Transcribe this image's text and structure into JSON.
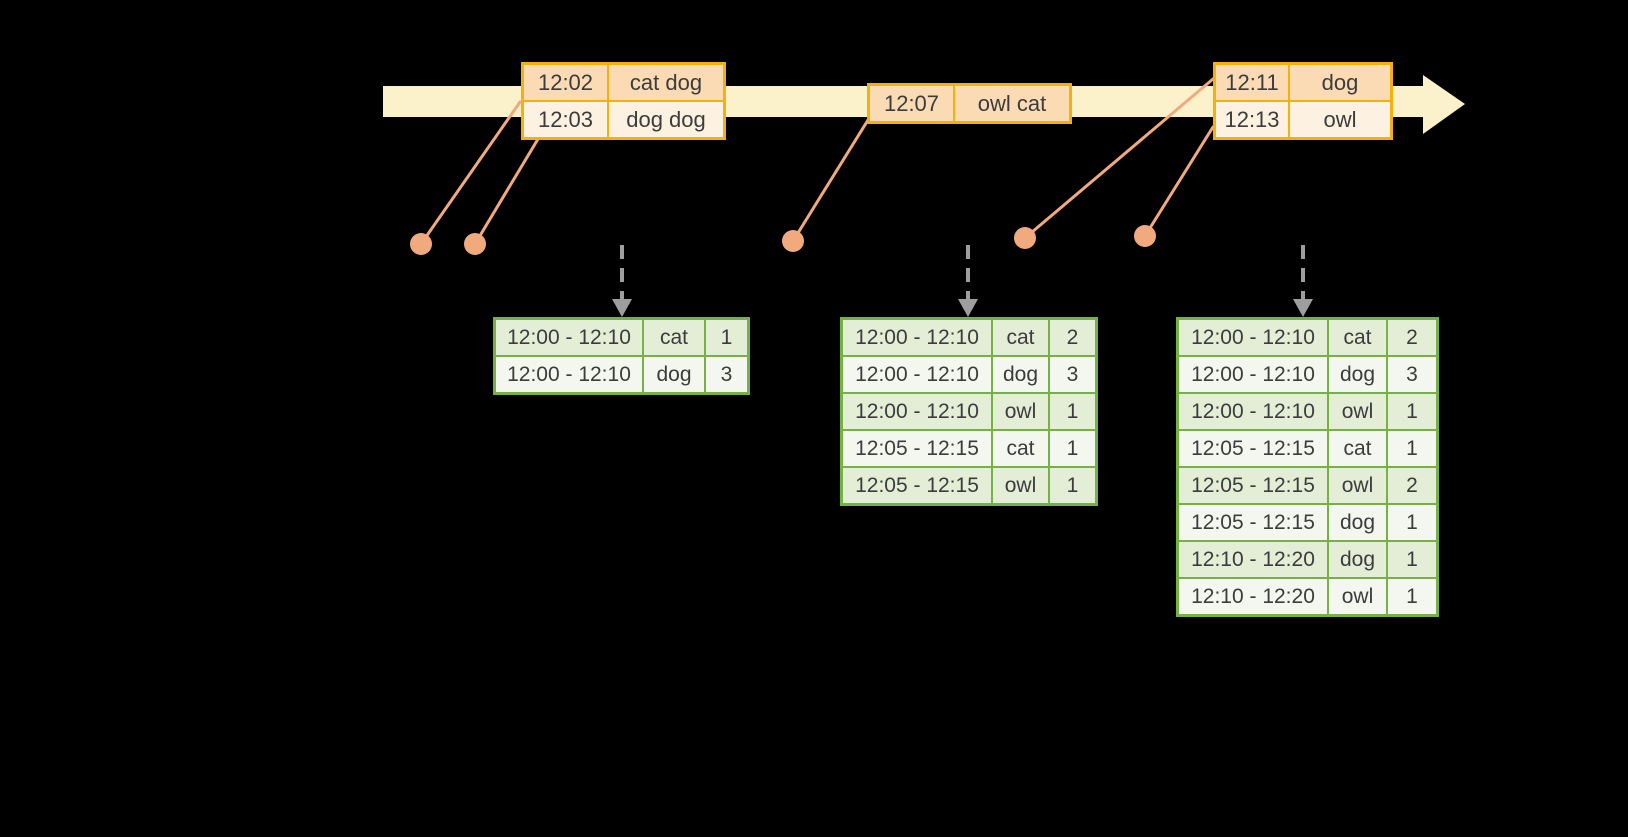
{
  "colors": {
    "background": "#000000",
    "timeline_fill": "#FBF1CA",
    "event_table_border": "#F2B20B",
    "event_row_peach": "#FADBB4",
    "event_row_cream": "#FDF2E1",
    "event_dot_and_line": "#F1AA7D",
    "result_table_border": "#76B144",
    "result_row_dark": "#E4EDD6",
    "result_row_light": "#F3F7EF",
    "trigger_arrow_gray": "#9E9E9E",
    "table_text": "#3C3C3C"
  },
  "timeline": {
    "event_tables": [
      {
        "rows": [
          {
            "time": "12:02",
            "words": "cat dog"
          },
          {
            "time": "12:03",
            "words": "dog dog"
          }
        ]
      },
      {
        "rows": [
          {
            "time": "12:07",
            "words": "owl cat"
          }
        ]
      },
      {
        "rows": [
          {
            "time": "12:11",
            "words": "dog"
          },
          {
            "time": "12:13",
            "words": "owl"
          }
        ]
      }
    ]
  },
  "result_tables": [
    {
      "rows": [
        {
          "window": "12:00 - 12:10",
          "word": "cat",
          "count": "1"
        },
        {
          "window": "12:00 - 12:10",
          "word": "dog",
          "count": "3"
        }
      ]
    },
    {
      "rows": [
        {
          "window": "12:00 - 12:10",
          "word": "cat",
          "count": "2"
        },
        {
          "window": "12:00 - 12:10",
          "word": "dog",
          "count": "3"
        },
        {
          "window": "12:00 - 12:10",
          "word": "owl",
          "count": "1"
        },
        {
          "window": "12:05 - 12:15",
          "word": "cat",
          "count": "1"
        },
        {
          "window": "12:05 - 12:15",
          "word": "owl",
          "count": "1"
        }
      ]
    },
    {
      "rows": [
        {
          "window": "12:00 - 12:10",
          "word": "cat",
          "count": "2"
        },
        {
          "window": "12:00 - 12:10",
          "word": "dog",
          "count": "3"
        },
        {
          "window": "12:00 - 12:10",
          "word": "owl",
          "count": "1"
        },
        {
          "window": "12:05 - 12:15",
          "word": "cat",
          "count": "1"
        },
        {
          "window": "12:05 - 12:15",
          "word": "owl",
          "count": "2"
        },
        {
          "window": "12:05 - 12:15",
          "word": "dog",
          "count": "1"
        },
        {
          "window": "12:10 - 12:20",
          "word": "dog",
          "count": "1"
        },
        {
          "window": "12:10 - 12:20",
          "word": "owl",
          "count": "1"
        }
      ]
    }
  ]
}
